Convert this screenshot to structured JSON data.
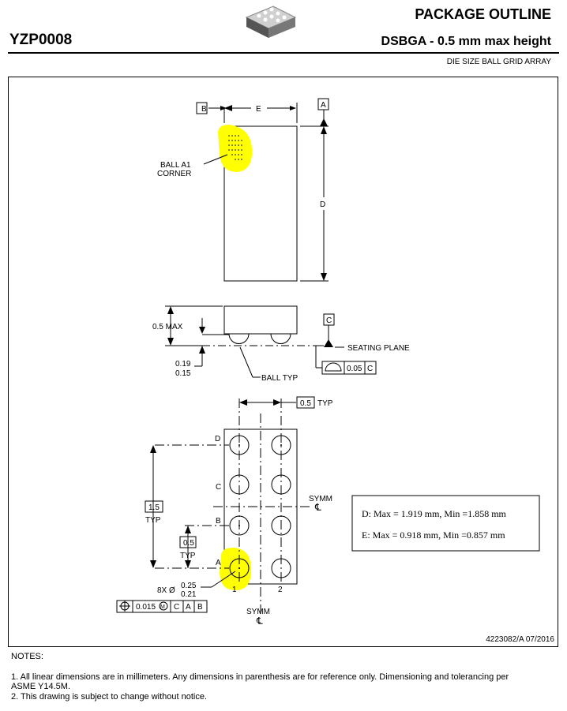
{
  "header": {
    "title": "PACKAGE OUTLINE",
    "part_number": "YZP0008",
    "subtitle": "DSBGA - 0.5 mm max height",
    "description": "DIE SIZE BALL GRID ARRAY"
  },
  "top_view": {
    "datum_b": "B",
    "datum_a": "A",
    "dim_e": "E",
    "dim_d": "D",
    "ball_a1_corner_line1": "BALL A1",
    "ball_a1_corner_line2": "CORNER"
  },
  "side_view": {
    "max_height": "0.5 MAX",
    "standoff_max": "0.19",
    "standoff_min": "0.15",
    "datum_c": "C",
    "seating_plane": "SEATING PLANE",
    "ball_typ": "BALL TYP",
    "flatness_value": "0.05",
    "flatness_datum": "C"
  },
  "bottom_view": {
    "pitch_top": "0.5",
    "pitch_top_typ": "TYP",
    "rows": [
      "D",
      "C",
      "B",
      "A"
    ],
    "cols": [
      "1",
      "2"
    ],
    "dim_15": "1.5",
    "dim_15_typ": "TYP",
    "pitch_left": "0.5",
    "pitch_left_typ": "TYP",
    "ball_count_diam": "8X Ø",
    "ball_diam_max": "0.25",
    "ball_diam_min": "0.21",
    "position_tol": "0.015",
    "position_mod": "M",
    "tol_datum_c": "C",
    "tol_datum_a": "A",
    "tol_datum_b": "B",
    "symm_label": "SYMM",
    "symm_cl": "℄"
  },
  "dim_table": {
    "d_row": "D: Max = 1.919 mm, Min =1.858 mm",
    "e_row": "E: Max = 0.918 mm, Min =0.857 mm"
  },
  "doc_ref": "4223082/A   07/2016",
  "notes": {
    "title": "NOTES:",
    "items": [
      "1. All linear dimensions are in millimeters. Any dimensions in parenthesis are for reference only. Dimensioning and tolerancing per ASME Y14.5M.",
      "2. This drawing is subject to change without notice."
    ]
  },
  "colors": {
    "highlight": "#ffff00",
    "line": "#000000"
  }
}
